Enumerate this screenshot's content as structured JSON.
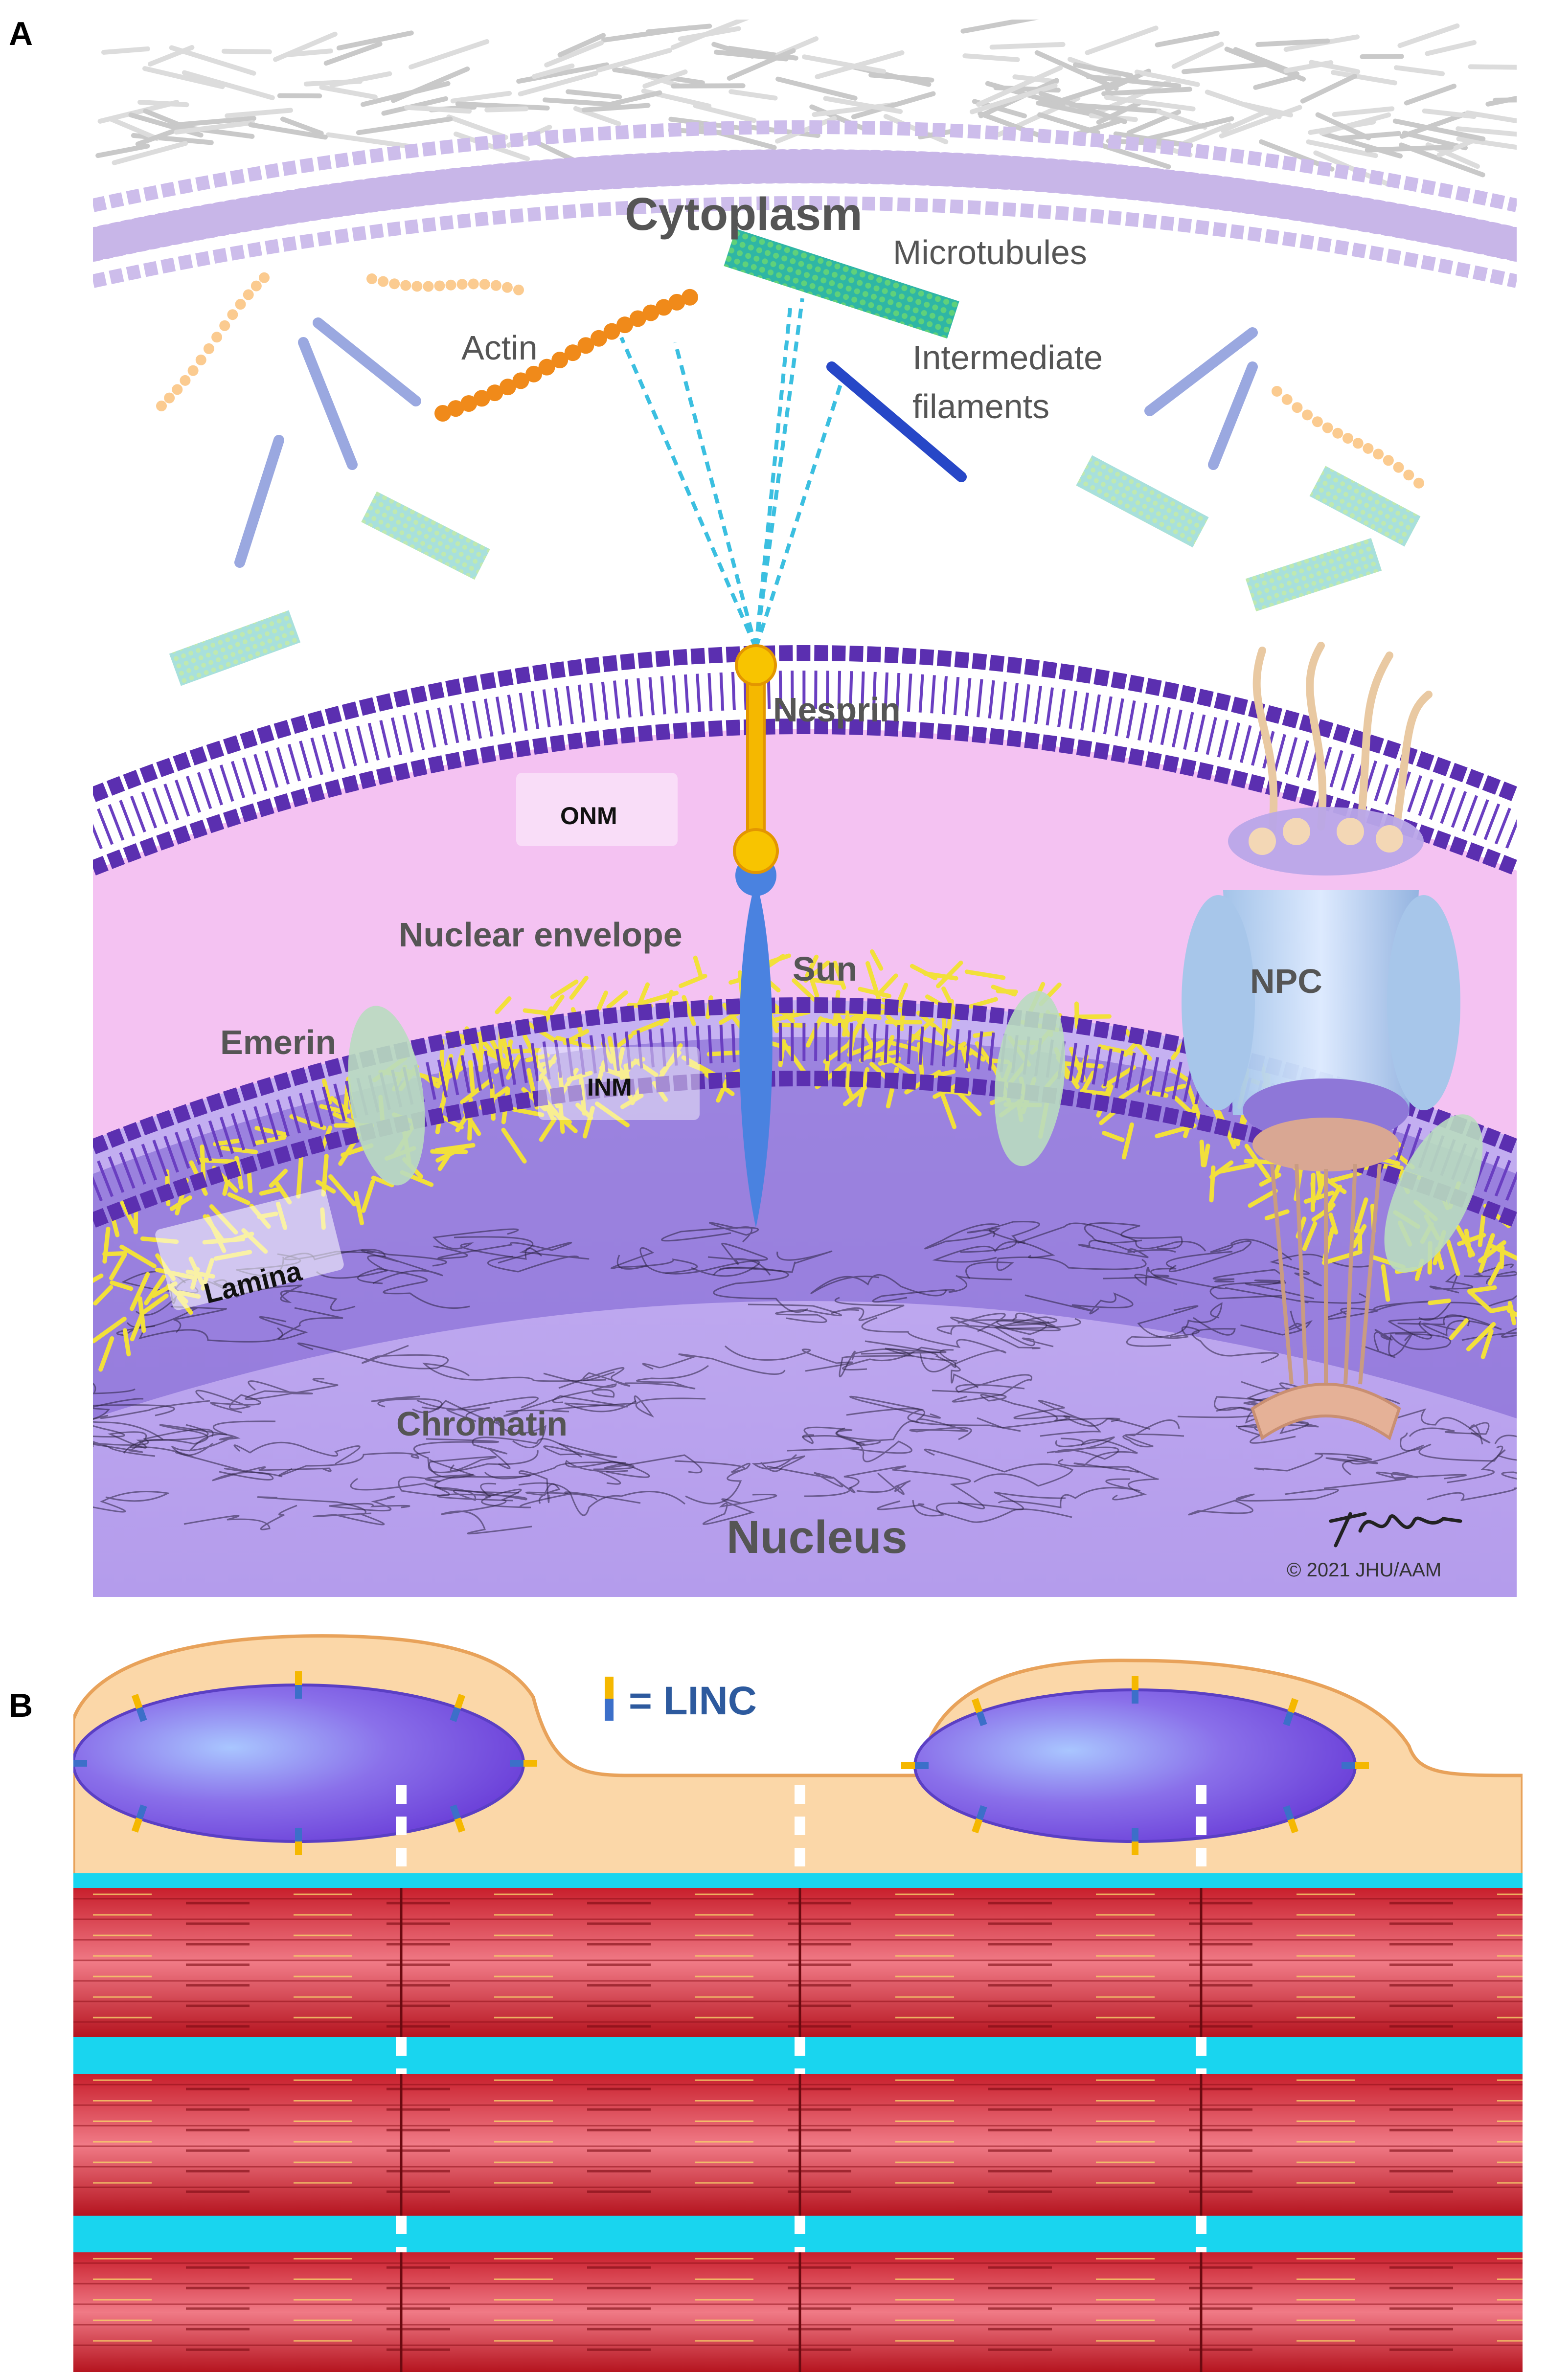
{
  "panel_a": {
    "letter": "A",
    "labels": {
      "cytoplasm": "Cytoplasm",
      "microtubules": "Microtubules",
      "actin": "Actin",
      "intermediate_1": "Intermediate",
      "intermediate_2": "filaments",
      "nesprin": "Nesprin",
      "onm": "ONM",
      "nuclear_envelope": "Nuclear envelope",
      "sun": "Sun",
      "npc": "NPC",
      "emerin": "Emerin",
      "inm": "INM",
      "lamina": "Lamina",
      "chromatin": "Chromatin",
      "nucleus": "Nucleus"
    },
    "copyright": "© 2021 JHU/AAM",
    "signature": "T.Phelps"
  },
  "panel_b": {
    "letter": "B",
    "legend": "= LINC"
  },
  "colors": {
    "membrane_light": "#c8b6e8",
    "membrane_dark": "#5b2fb0",
    "envelope_pink": "#f4c2f2",
    "nucleus_purple": "#b9a2ee",
    "lamina_yellow": "#f2e03a",
    "sun_blue": "#4a82e0",
    "nesprin_gold": "#f5b800",
    "cell_peach": "#fbd7a8",
    "membrane_orange": "#e8a25a",
    "muscle_red": "#d83a3a",
    "gap_cyan": "#19d5ef",
    "linc_yellow": "#f5b800",
    "linc_blue": "#3c6fc9"
  }
}
